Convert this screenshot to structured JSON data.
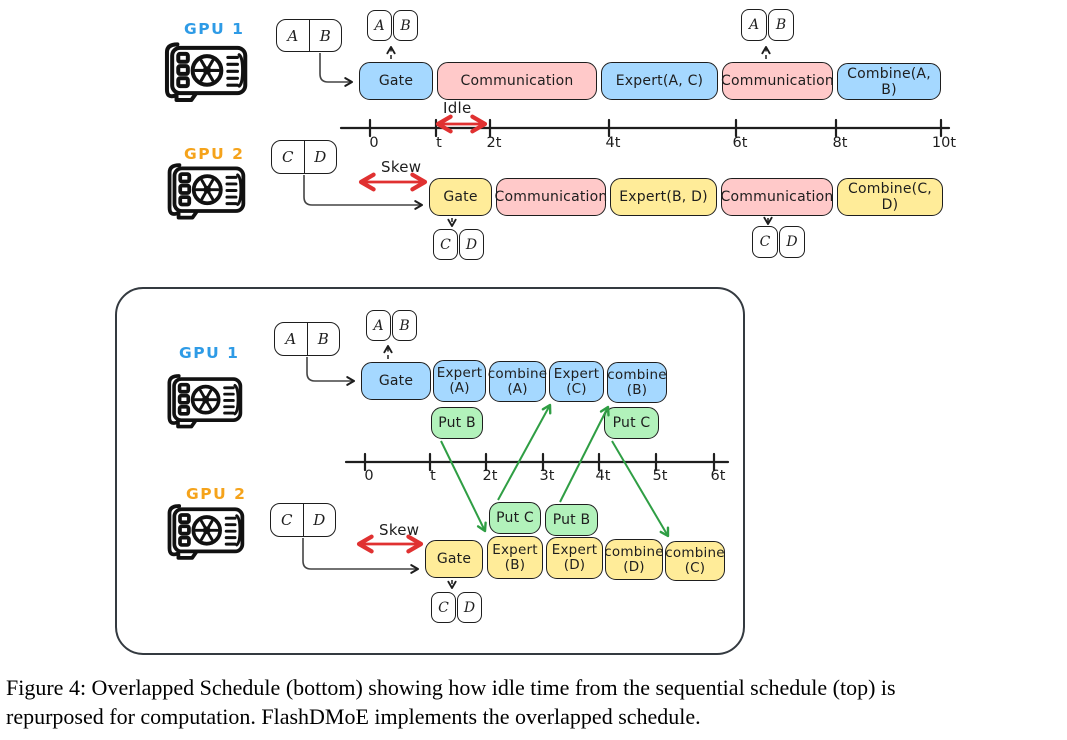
{
  "sequential": {
    "timeline": {
      "ticks": [
        "0",
        "t",
        "2t",
        "4t",
        "6t",
        "8t",
        "10t"
      ]
    },
    "idle_label": "Idle",
    "gpu1": {
      "label": "GPU 1",
      "input_cells": [
        "A",
        "B"
      ],
      "gate_out_tokens": [
        "A",
        "B"
      ],
      "recv_tokens": [
        "A",
        "B"
      ],
      "boxes": [
        "Gate",
        "Communication",
        "Expert(A, C)",
        "Communication",
        "Combine(A, B)"
      ]
    },
    "gpu2": {
      "label": "GPU 2",
      "skew_label": "Skew",
      "input_cells": [
        "C",
        "D"
      ],
      "gate_out_tokens": [
        "C",
        "D"
      ],
      "recv_tokens": [
        "C",
        "D"
      ],
      "boxes": [
        "Gate",
        "Communication",
        "Expert(B, D)",
        "Communication",
        "Combine(C, D)"
      ]
    }
  },
  "overlapped": {
    "timeline": {
      "ticks": [
        "0",
        "t",
        "2t",
        "3t",
        "4t",
        "5t",
        "6t"
      ]
    },
    "gpu1": {
      "label": "GPU 1",
      "input_cells": [
        "A",
        "B"
      ],
      "gate_out_tokens": [
        "A",
        "B"
      ],
      "boxes": [
        [
          "Gate"
        ],
        [
          "Expert",
          "(A)"
        ],
        [
          "combine",
          "(A)"
        ],
        [
          "Expert",
          "(C)"
        ],
        [
          "combine",
          "(B)"
        ]
      ],
      "put_boxes": [
        "Put B",
        "Put C"
      ]
    },
    "gpu2": {
      "label": "GPU 2",
      "skew_label": "Skew",
      "input_cells": [
        "C",
        "D"
      ],
      "gate_out_tokens": [
        "C",
        "D"
      ],
      "boxes": [
        [
          "Gate"
        ],
        [
          "Expert",
          "(B)"
        ],
        [
          "Expert",
          "(D)"
        ],
        [
          "combine",
          "(D)"
        ],
        [
          "combine",
          "(C)"
        ]
      ],
      "put_boxes": [
        "Put C",
        "Put B"
      ]
    }
  },
  "caption": {
    "line1": "Figure 4: Overlapped Schedule (bottom) showing how idle time from the sequential schedule (top) is",
    "line2": "repurposed for computation. FlashDMoE implements the overlapped schedule."
  },
  "colors": {
    "box_blue": "#a5d8ff",
    "box_yellow": "#ffec99",
    "box_pink": "#ffc9c9",
    "box_green": "#b2f2bb",
    "gpu1_label": "#2e9be6",
    "gpu2_label": "#f5a31b",
    "arrow_red": "#e03131",
    "arrow_green": "#2f9e44",
    "stroke_dark": "#1e1e1e"
  }
}
